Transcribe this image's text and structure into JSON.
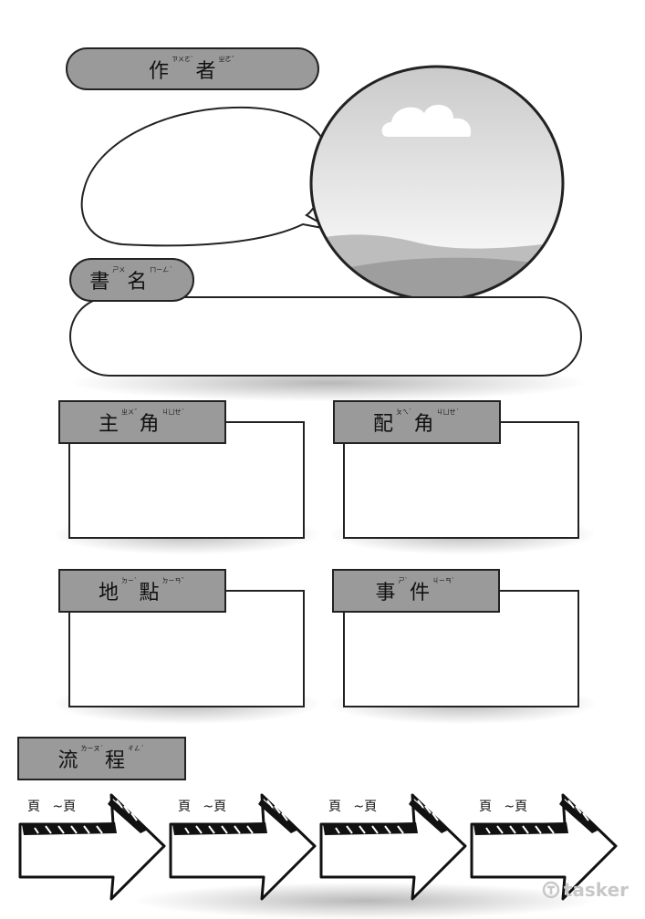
{
  "author": {
    "label": "作",
    "ruby1": "ㄗㄨㄛˋ",
    "label2": "者",
    "ruby2": "ㄓㄜˇ"
  },
  "book": {
    "label": "書",
    "ruby1": "ㄕㄨ",
    "label2": "名",
    "ruby2": "ㄇㄧㄥˊ"
  },
  "sections": {
    "protagonist": {
      "label": "主",
      "ruby1": "ㄓㄨˇ",
      "label2": "角",
      "ruby2": "ㄐㄩㄝˊ"
    },
    "supporting": {
      "label": "配",
      "ruby1": "ㄆㄟˋ",
      "label2": "角",
      "ruby2": "ㄐㄩㄝˊ"
    },
    "place": {
      "label": "地",
      "ruby1": "ㄉㄧˋ",
      "label2": "點",
      "ruby2": "ㄉㄧㄢˇ"
    },
    "event": {
      "label": "事",
      "ruby1": "ㄕˋ",
      "label2": "件",
      "ruby2": "ㄐㄧㄢˋ"
    }
  },
  "process": {
    "label": "流",
    "ruby1": "ㄌㄧㄡˊ",
    "label2": "程",
    "ruby2": "ㄔㄥˊ",
    "steps": [
      {
        "page_label": "頁   ~頁"
      },
      {
        "page_label": "頁   ~頁"
      },
      {
        "page_label": "頁   ~頁"
      },
      {
        "page_label": "頁   ~頁"
      }
    ]
  },
  "watermark": {
    "text": "tasker"
  }
}
